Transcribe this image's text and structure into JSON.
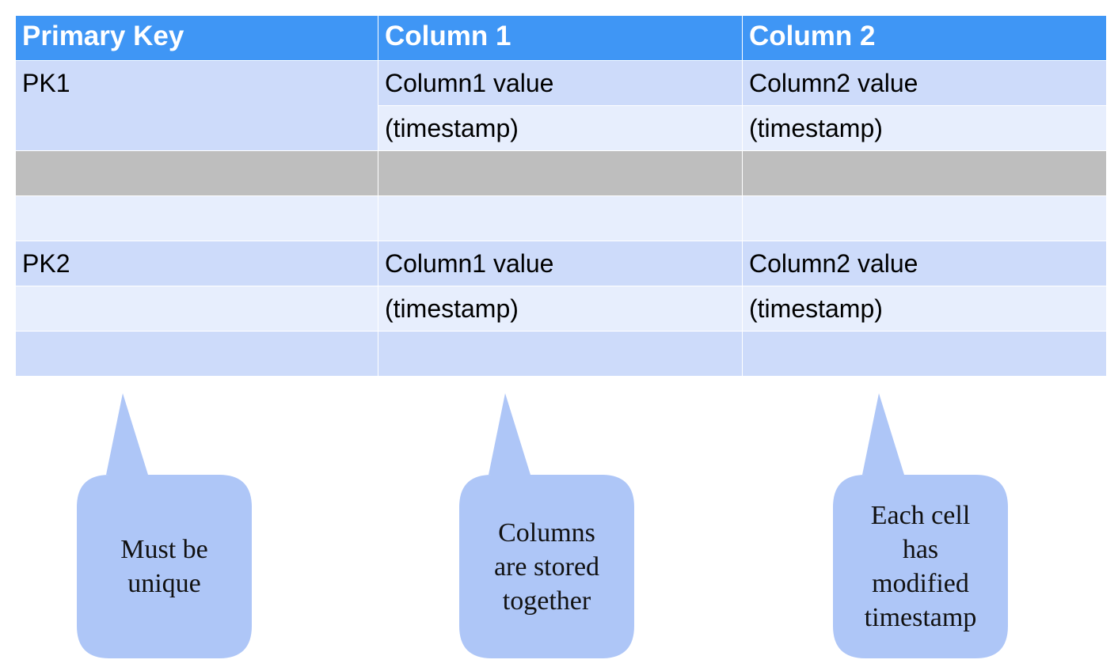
{
  "table": {
    "headers": [
      "Primary Key",
      "Column 1",
      "Column 2"
    ],
    "rows": [
      {
        "style": "a",
        "cells": [
          "PK1",
          "Column1 value",
          "Column2 value"
        ]
      },
      {
        "style": "b",
        "cells": [
          "",
          "(timestamp)",
          "(timestamp)"
        ]
      },
      {
        "style": "g",
        "cells": [
          "",
          "",
          ""
        ]
      },
      {
        "style": "b",
        "cells": [
          "",
          "",
          ""
        ]
      },
      {
        "style": "a",
        "cells": [
          "PK2",
          "Column1 value",
          "Column2 value"
        ]
      },
      {
        "style": "b",
        "cells": [
          "",
          "(timestamp)",
          "(timestamp)"
        ]
      },
      {
        "style": "a",
        "cells": [
          "",
          "",
          ""
        ]
      }
    ]
  },
  "callouts": [
    {
      "text": "Must be\nunique"
    },
    {
      "text": "Columns\nare stored\ntogether"
    },
    {
      "text": "Each cell\nhas\nmodified\ntimestamp"
    }
  ],
  "colors": {
    "header": "#3f96f5",
    "row_dark": "#cddbfa",
    "row_light": "#e7eefd",
    "row_gray": "#bebebe",
    "callout": "#aec6f7"
  }
}
